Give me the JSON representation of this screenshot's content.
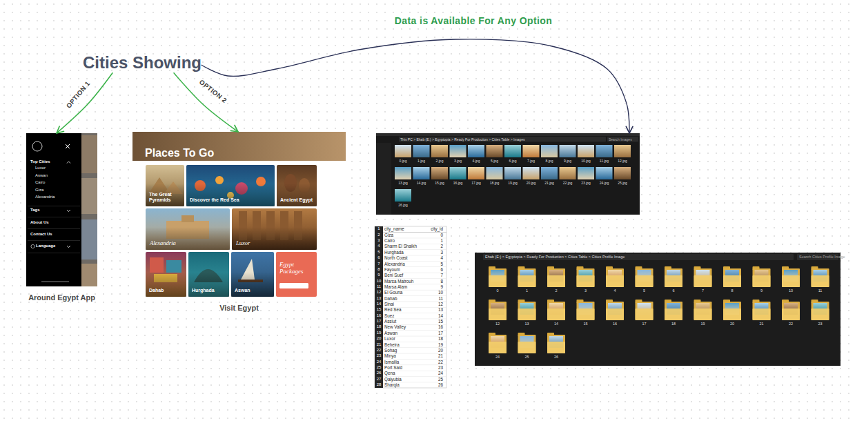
{
  "diagram": {
    "nodes": [
      {
        "text": [
          "Cities Showing"
        ]
      },
      {
        "text": [
          "Top Cities",
          "Luxor",
          "Aswan",
          "Cairo",
          "Giza",
          "Alexandria",
          "Tags",
          "About Us",
          "Contact Us",
          "Language",
          "Around Egypt App"
        ]
      },
      {
        "text": [
          "Places To Go",
          "Visit Egypt"
        ]
      },
      {
        "text": [
          "The Great Pyramids"
        ],
        "in": 2
      },
      {
        "text": [
          "Discover the Red Sea"
        ],
        "in": 2
      },
      {
        "text": [
          "Ancient Egypt"
        ],
        "in": 2
      },
      {
        "text": [
          "Alexandria"
        ],
        "in": 2
      },
      {
        "text": [
          "Luxor"
        ],
        "in": 2
      },
      {
        "text": [
          "Dahab"
        ],
        "in": 2
      },
      {
        "text": [
          "Hurghada"
        ],
        "in": 2
      },
      {
        "text": [
          "Aswan"
        ],
        "in": 2
      },
      {
        "text": [
          "Egypt Packages"
        ],
        "in": 2
      },
      {
        "text": [
          "This PC > Ehab (E:) > Egyptopia > Ready For Production > Cities Table > Images",
          "Search Images",
          "0.jpg",
          "1.jpg",
          "2.jpg",
          "3.jpg",
          "4.jpg",
          "5.jpg",
          "6.jpg",
          "7.jpg",
          "8.jpg",
          "9.jpg",
          "10.jpg",
          "11.jpg",
          "12.jpg",
          "13.jpg",
          "14.jpg",
          "15.jpg",
          "16.jpg",
          "17.jpg",
          "18.jpg",
          "19.jpg",
          "20.jpg",
          "21.jpg",
          "22.jpg",
          "23.jpg",
          "24.jpg",
          "25.jpg",
          "26.jpg"
        ]
      },
      {
        "text": [
          "1",
          "city_name",
          "city_id",
          "2",
          "Giza",
          "0",
          "3",
          "Cairo",
          "1",
          "4",
          "Sharm El Shaikh",
          "2",
          "5",
          "Hurghada",
          "3",
          "6",
          "North Coast",
          "4",
          "7",
          "Alexandria",
          "5",
          "8",
          "Fayoum",
          "6",
          "9",
          "Beni Suef",
          "7",
          "10",
          "Marsa Matrouh",
          "8",
          "11",
          "Marsa Alam",
          "9",
          "12",
          "El Gouna",
          "10",
          "13",
          "Dahab",
          "11",
          "14",
          "Sinai",
          "12",
          "15",
          "Red Sea",
          "13",
          "16",
          "Suez",
          "14",
          "17",
          "Assiut",
          "15",
          "18",
          "New Valley",
          "16",
          "19",
          "Aswan",
          "17",
          "20",
          "Luxor",
          "18",
          "21",
          "Beheira",
          "19",
          "22",
          "Sohag",
          "20",
          "23",
          "Minya",
          "21",
          "24",
          "Ismailia",
          "22",
          "25",
          "Port Said",
          "23",
          "26",
          "Qena",
          "24",
          "27",
          "Qalyubia",
          "25",
          "28",
          "Sharqia",
          "26"
        ]
      },
      {
        "text": [
          "Ehab (E:) > Egyptopia > Ready For Production > Cities Table > Cities Profile Image",
          "Search Cities Profile Image",
          "0",
          "1",
          "2",
          "3",
          "4",
          "5",
          "6",
          "7",
          "8",
          "9",
          "10",
          "11",
          "12",
          "13",
          "14",
          "15",
          "16",
          "17",
          "18",
          "19",
          "20",
          "21",
          "22",
          "23",
          "24",
          "25",
          "26"
        ]
      }
    ],
    "edges": [
      {
        "from": 0,
        "to": 1,
        "label": "OPTION 1",
        "arrow": "to"
      },
      {
        "from": 0,
        "to": 2,
        "label": "OPTION 2",
        "arrow": "to"
      },
      {
        "from": 0,
        "to": 12,
        "label": "Data is Available For Any Option",
        "arrow": "to"
      }
    ]
  }
}
